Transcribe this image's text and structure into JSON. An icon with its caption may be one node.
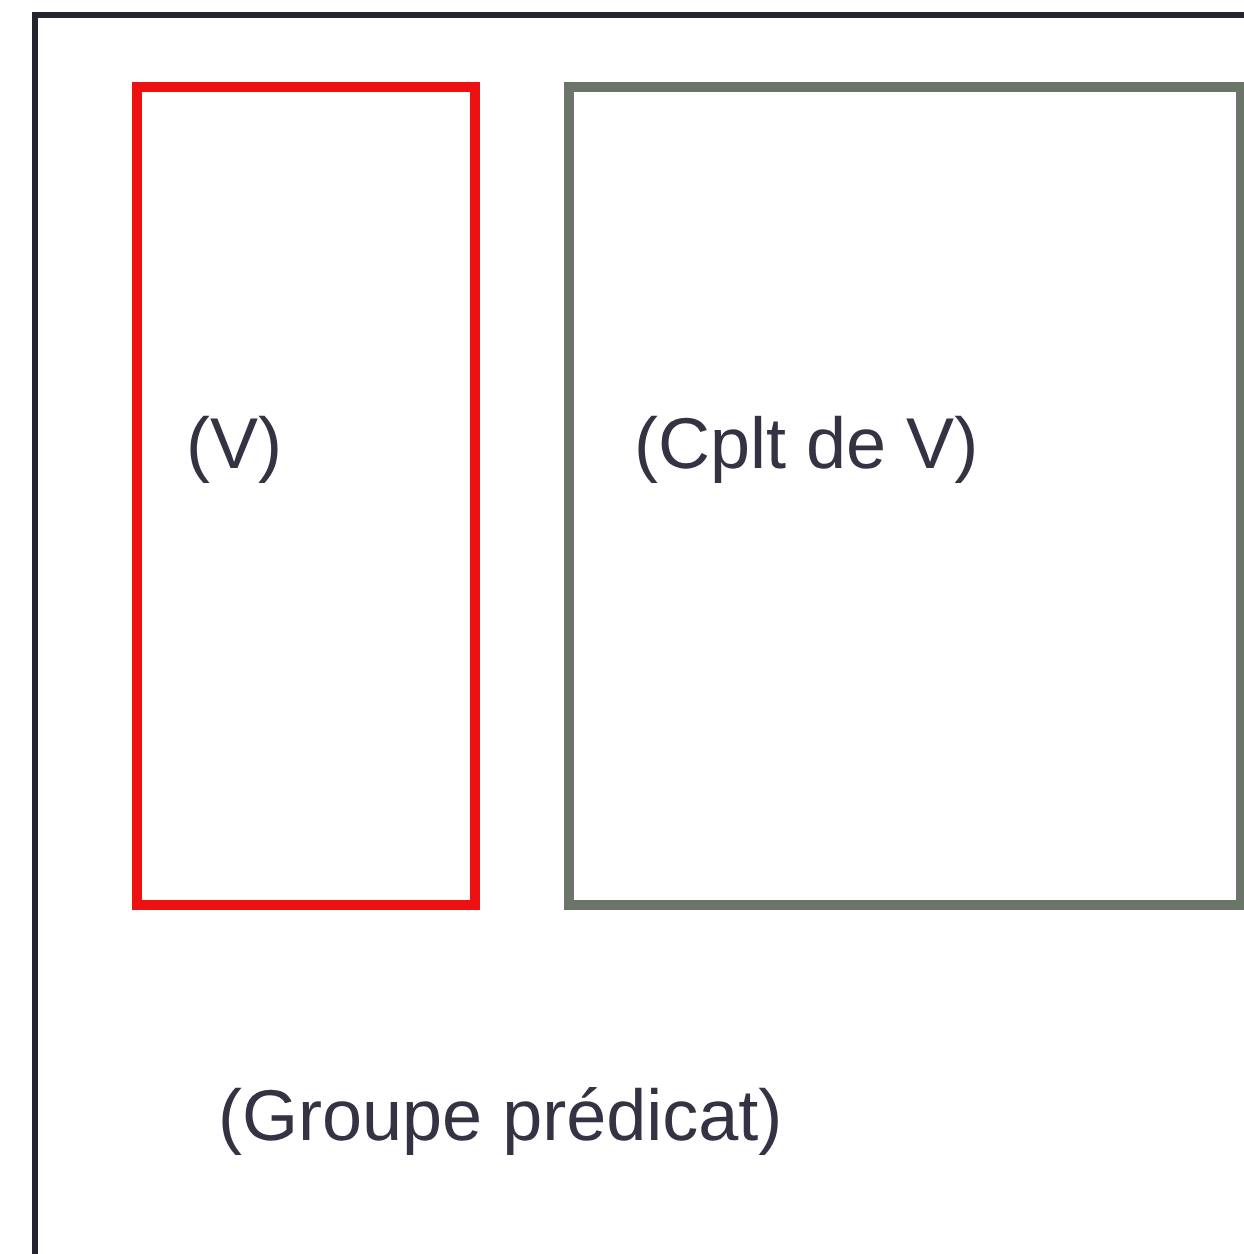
{
  "diagram": {
    "nodes": [
      {
        "text": [
          "(Groupe prédicat)"
        ]
      },
      {
        "text": [
          "(V)"
        ],
        "in": 0
      },
      {
        "text": [
          "(Cplt de V)"
        ],
        "in": 0
      }
    ]
  }
}
